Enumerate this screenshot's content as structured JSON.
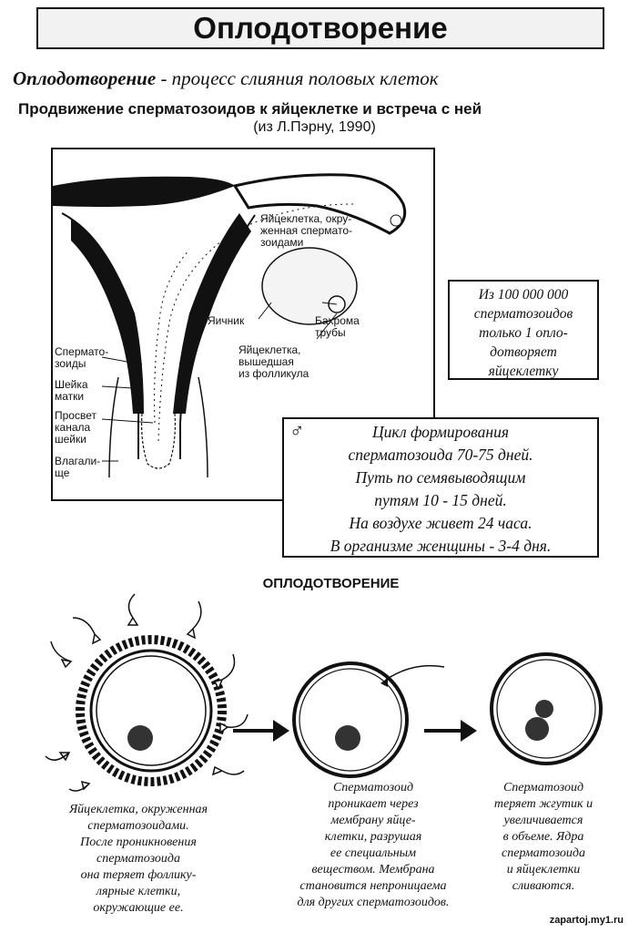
{
  "header": {
    "title": "Оплодотворение"
  },
  "definition": {
    "term": "Оплодотворение",
    "text": " - процесс слияния половых клеток"
  },
  "subtitle": "Продвижение сперматозоидов к яйцеклетке и встреча с ней",
  "source": "(из Л.Пэрну, 1990)",
  "figure_labels": {
    "egg_surrounded": [
      "Яйцеклетка, окру-",
      "женная спермато-",
      "зоидами"
    ],
    "ovary": "Яичник",
    "fimbria": [
      "Бахрома",
      "трубы"
    ],
    "egg_left": [
      "Яйцеклетка,",
      "вышедшая",
      "из фолликула"
    ],
    "sperm": [
      "Спермато-",
      "зоиды"
    ],
    "cervix": [
      "Шейка",
      "матки"
    ],
    "canal": [
      "Просвет",
      "канала",
      "шейки"
    ],
    "vagina": [
      "Влагали-",
      "ще"
    ]
  },
  "note1": [
    "Из 100 000 000",
    "сперматозоидов",
    "только 1 опло-",
    "дотворяет",
    "яйцеклетку"
  ],
  "note2": {
    "symbol": "♂",
    "lines": [
      "Цикл формирования",
      "сперматозоида 70-75 дней.",
      "Путь по семявыводящим",
      "путям 10 - 15 дней.",
      "На воздухе живет 24 часа.",
      "В организме женщины - 3-4 дня."
    ]
  },
  "heading2": "ОПЛОДОТВОРЕНИЕ",
  "captions": {
    "stage1": [
      "Яйцеклетка, окруженная",
      "сперматозоидами.",
      "После проникновения",
      "сперматозоида",
      "она теряет фоллику-",
      "лярные клетки,",
      "окружающие ее."
    ],
    "stage2": [
      "Сперматозоид",
      "проникает через",
      "мембрану яйце-",
      "клетки, разрушая",
      "ее специальным",
      "веществом. Мембрана",
      "становится непроницаема",
      "для других сперматозоидов."
    ],
    "stage3": [
      "Сперматозоид",
      "теряет жгутик и",
      "увеличивается",
      "в объеме. Ядра",
      "сперматозоида",
      "и яйцеклетки",
      "сливаются."
    ]
  },
  "watermark": "zapartoj.my1.ru"
}
